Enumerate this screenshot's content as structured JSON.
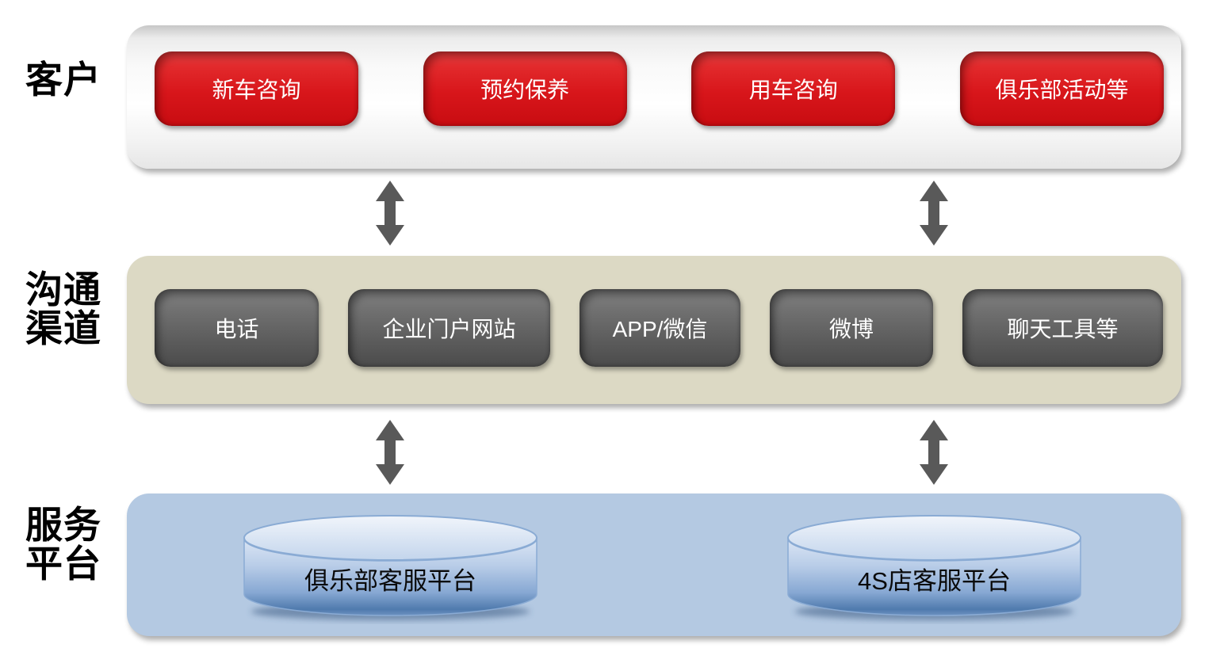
{
  "layers": {
    "customers": {
      "label_lines": [
        "客户"
      ],
      "items": [
        "新车咨询",
        "预约保养",
        "用车咨询",
        "俱乐部活动等"
      ]
    },
    "channels": {
      "label_lines": [
        "沟通",
        "渠道"
      ],
      "items": [
        "电话",
        "企业门户网站",
        "APP/微信",
        "微博",
        "聊天工具等"
      ]
    },
    "platforms": {
      "label_lines": [
        "服务",
        "平台"
      ],
      "items": [
        "俱乐部客服平台",
        "4S店客服平台"
      ]
    }
  },
  "colors": {
    "customer_node": "#d8161b",
    "channel_node": "#5e5e5e",
    "customers_band": "#f2f2f2",
    "channels_band": "#dcd9c4",
    "platforms_band": "#b4c9e2",
    "arrow": "#595959",
    "cylinder_stroke": "#8aabd4",
    "node_text": "#ffffff",
    "cylinder_text": "#0a0a0a",
    "label_text": "#000000"
  }
}
